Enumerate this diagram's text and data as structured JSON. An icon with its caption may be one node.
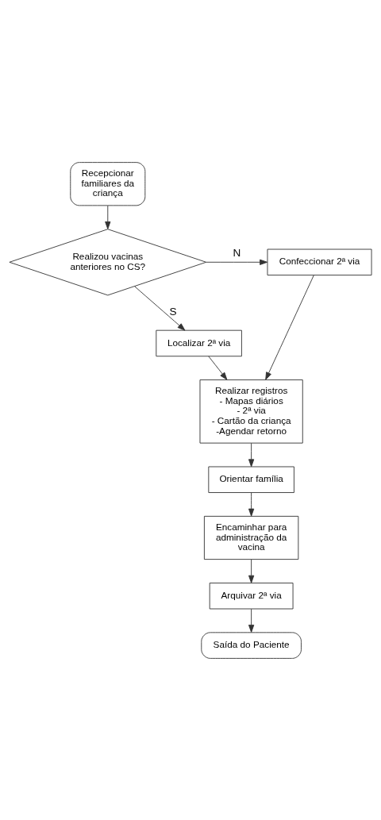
{
  "diagram": {
    "nodes": [
      {
        "text": [
          "Recepcionar familiares da criança"
        ]
      },
      {
        "text": [
          "Realizou vacinas anteriores no CS?"
        ]
      },
      {
        "text": [
          "Confeccionar 2ª via"
        ]
      },
      {
        "text": [
          "Localizar 2ª via"
        ]
      },
      {
        "text": [
          "Realizar registros",
          "- Mapas diários",
          "- 2ª via",
          "- Cartão da criança",
          "-Agendar retorno"
        ]
      },
      {
        "text": [
          "Orientar família"
        ]
      },
      {
        "text": [
          "Encaminhar para administração da vacina"
        ]
      },
      {
        "text": [
          "Arquivar 2ª via"
        ]
      },
      {
        "text": [
          "Saída do Paciente"
        ]
      }
    ],
    "edges": [
      {
        "from": 0,
        "to": 1,
        "arrow": "to"
      },
      {
        "from": 1,
        "to": 2,
        "arrow": "to",
        "label": "N"
      },
      {
        "from": 1,
        "to": 3,
        "arrow": "to",
        "label": "S"
      },
      {
        "from": 2,
        "to": 4,
        "arrow": "to"
      },
      {
        "from": 3,
        "to": 4,
        "arrow": "to"
      },
      {
        "from": 4,
        "to": 5,
        "arrow": "to"
      },
      {
        "from": 5,
        "to": 6,
        "arrow": "to"
      },
      {
        "from": 6,
        "to": 7,
        "arrow": "to"
      },
      {
        "from": 7,
        "to": 8,
        "arrow": "to"
      }
    ]
  }
}
